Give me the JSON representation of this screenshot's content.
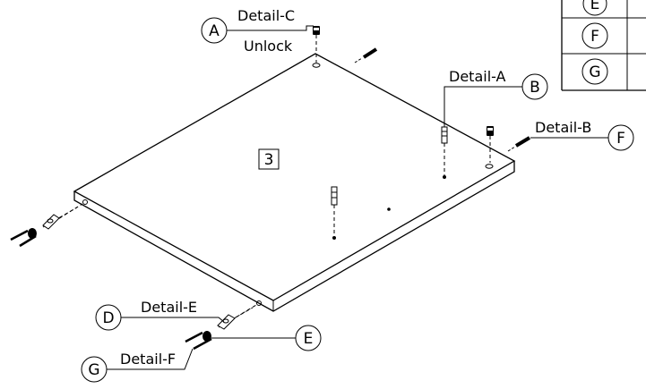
{
  "panel": {
    "number": "3"
  },
  "callouts": [
    {
      "letter": "A",
      "caption": "Detail-C"
    },
    {
      "letter": "B",
      "caption": "Detail-A"
    },
    {
      "letter": "F",
      "caption": "Detail-B"
    },
    {
      "letter": "D",
      "caption": "Detail-E"
    },
    {
      "letter": "E",
      "caption": ""
    },
    {
      "letter": "G",
      "caption": "Detail-F"
    }
  ],
  "unlock_note": "Unlock",
  "legend_rows": [
    {
      "letter": "E"
    },
    {
      "letter": "F"
    },
    {
      "letter": "G"
    }
  ]
}
